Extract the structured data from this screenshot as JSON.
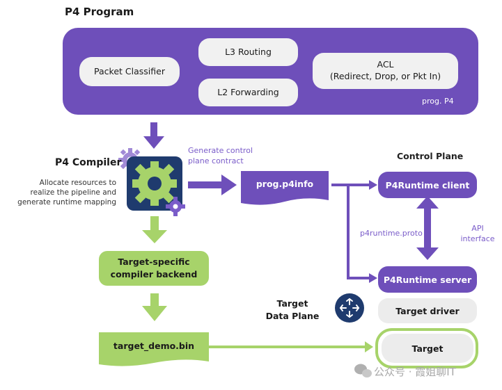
{
  "program": {
    "title": "P4 Program",
    "packet_classifier": "Packet Classifier",
    "l3_routing": "L3 Routing",
    "l2_forwarding": "L2 Forwarding",
    "acl_title": "ACL",
    "acl_detail": "(Redirect, Drop, or Pkt In)",
    "prog_label": "prog. P4"
  },
  "compiler": {
    "title": "P4 Compiler",
    "description_line1": "Allocate resources to",
    "description_line2": "realize the pipeline and",
    "description_line3": "generate runtime mapping",
    "contract_line1": "Generate control",
    "contract_line2": "plane contract",
    "p4info": "prog.p4info"
  },
  "backend": {
    "label_line1": "Target-specific",
    "label_line2": "compiler backend",
    "binary": "target_demo.bin"
  },
  "control_plane": {
    "title": "Control Plane",
    "client": "P4Runtime client",
    "proto": "p4runtime.proto",
    "api_line1": "API",
    "api_line2": "interface",
    "server": "P4Runtime server"
  },
  "target": {
    "data_plane_line1": "Target",
    "data_plane_line2": "Data Plane",
    "driver": "Target driver",
    "target": "Target"
  },
  "watermark": "公众号 · 霞姐聊IT",
  "colors": {
    "purple": "#6e4fba",
    "green": "#a7d36a",
    "navy": "#1f3b6e",
    "gray": "#ececec"
  }
}
